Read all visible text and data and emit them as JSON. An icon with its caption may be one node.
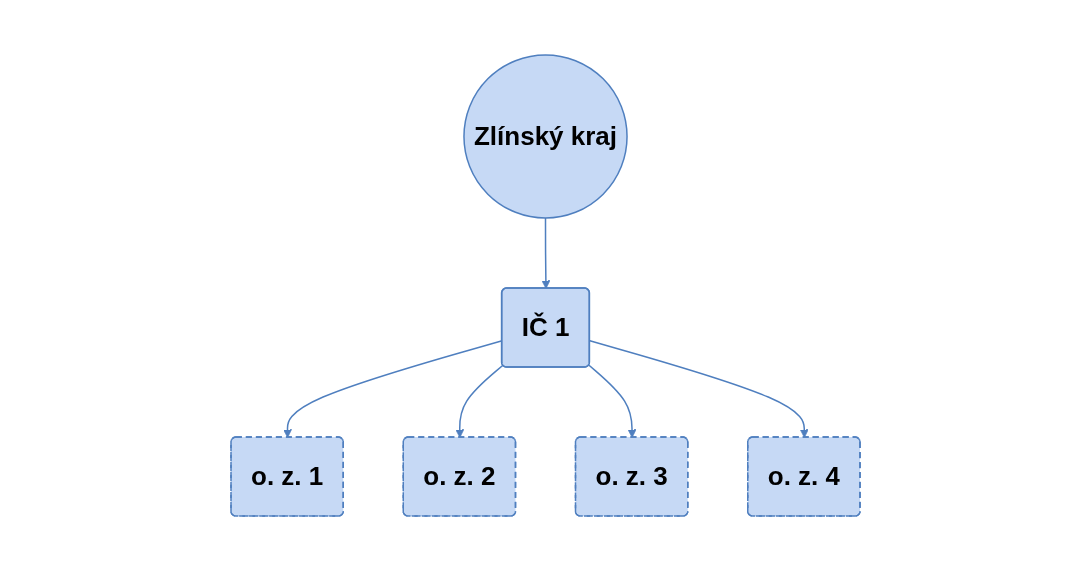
{
  "diagram": {
    "nodes": [
      {
        "text": [
          "Zlínský kraj"
        ]
      },
      {
        "text": [
          "IČ 1"
        ]
      },
      {
        "text": [
          "o. z. 1"
        ]
      },
      {
        "text": [
          "o. z. 2"
        ]
      },
      {
        "text": [
          "o. z. 3"
        ]
      },
      {
        "text": [
          "o. z. 4"
        ]
      }
    ],
    "edges": [
      {
        "from": 0,
        "to": 1,
        "arrow": "to"
      },
      {
        "from": 1,
        "to": 2,
        "arrow": "to"
      },
      {
        "from": 1,
        "to": 3,
        "arrow": "to"
      },
      {
        "from": 1,
        "to": 4,
        "arrow": "to"
      },
      {
        "from": 1,
        "to": 5,
        "arrow": "to"
      }
    ]
  }
}
